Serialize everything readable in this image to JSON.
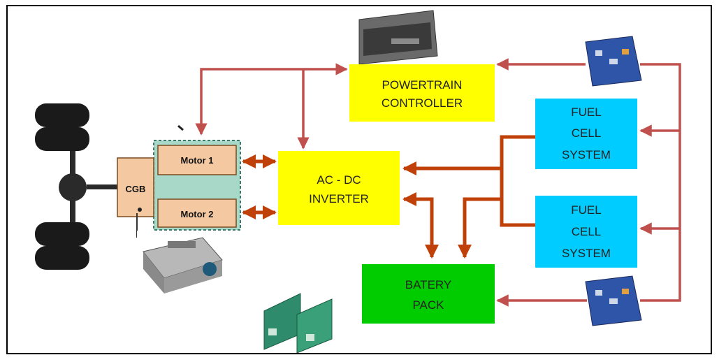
{
  "powertrain_controller": {
    "line1": "POWERTRAIN",
    "line2": "CONTROLLER"
  },
  "inverter": {
    "line1": "AC - DC",
    "line2": "INVERTER"
  },
  "fuel_cell_1": {
    "line1": "FUEL",
    "line2": "CELL",
    "line3": "SYSTEM"
  },
  "fuel_cell_2": {
    "line1": "FUEL",
    "line2": "CELL",
    "line3": "SYSTEM"
  },
  "battery": {
    "line1": "BATERY",
    "line2": "PACK"
  },
  "drivetrain": {
    "motor1": "Motor 1",
    "motor2": "Motor 2",
    "gearbox": "CGB"
  },
  "colors": {
    "controller": "#ffff00",
    "inverter": "#ffff00",
    "fuel_cell": "#00ccff",
    "battery": "#00cc00",
    "signal_arrow": "#c0504d",
    "power_arrow": "#c0400a"
  }
}
